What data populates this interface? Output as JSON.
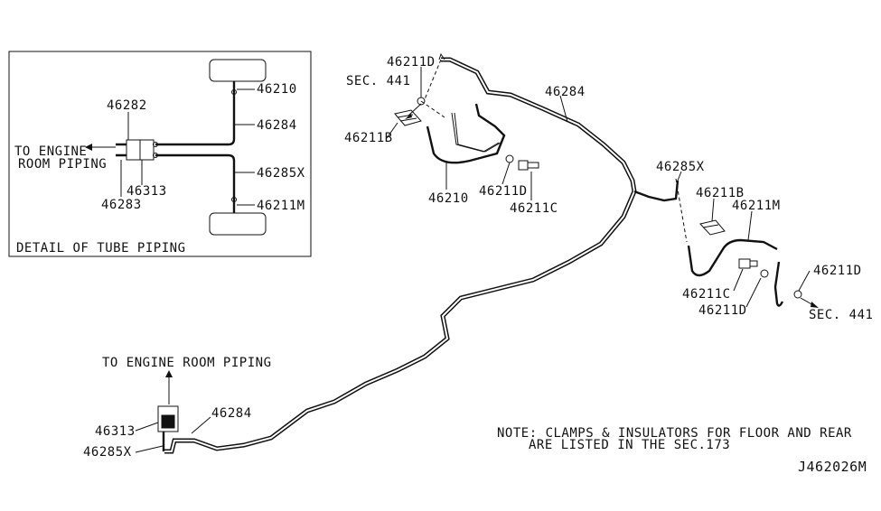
{
  "detail": {
    "p46210": "46210",
    "p46284": "46284",
    "p46285x": "46285X",
    "p46211m": "46211M",
    "p46282": "46282",
    "p46313": "46313",
    "p46283": "46283",
    "engine_line1": "TO ENGINE",
    "engine_line2": "ROOM PIPING",
    "caption": "DETAIL OF TUBE PIPING"
  },
  "front": {
    "p46211d_top": "46211D",
    "sec441": "SEC. 441",
    "p46211b": "46211B",
    "p46210": "46210",
    "p46211d_mid": "46211D",
    "p46211c": "46211C",
    "p46284": "46284"
  },
  "rear": {
    "p46285x": "46285X",
    "p46211b": "46211B",
    "p46211m": "46211M",
    "p46211d_right": "46211D",
    "p46211c": "46211C",
    "p46211d_low": "46211D",
    "sec441": "SEC. 441"
  },
  "bottom": {
    "engine": "TO ENGINE ROOM PIPING",
    "p46313": "46313",
    "p46284": "46284",
    "p46285x": "46285X"
  },
  "note": {
    "line1": "NOTE: CLAMPS & INSULATORS FOR FLOOR AND REAR",
    "line2": "ARE LISTED IN THE SEC.173"
  },
  "diagram_code": "J462026M"
}
